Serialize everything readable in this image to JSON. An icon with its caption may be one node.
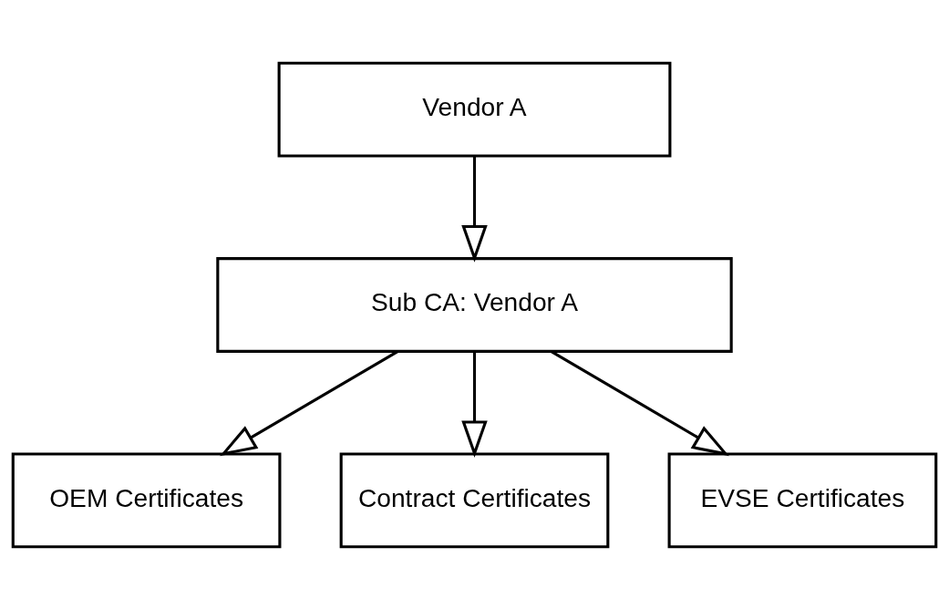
{
  "diagram": {
    "nodes": [
      {
        "text": [
          "Vendor A"
        ]
      },
      {
        "text": [
          "Sub CA: Vendor A"
        ]
      },
      {
        "text": [
          "OEM Certificates"
        ]
      },
      {
        "text": [
          "Contract Certificates"
        ]
      },
      {
        "text": [
          "EVSE Certificates"
        ]
      }
    ],
    "edges": [
      {
        "from": 0,
        "to": 1,
        "arrow": "to"
      },
      {
        "from": 1,
        "to": 2,
        "arrow": "to"
      },
      {
        "from": 1,
        "to": 3,
        "arrow": "to"
      },
      {
        "from": 1,
        "to": 4,
        "arrow": "to"
      }
    ]
  }
}
